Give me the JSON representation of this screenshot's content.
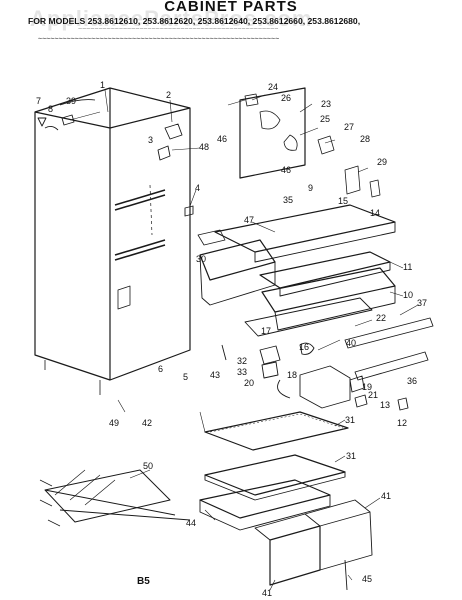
{
  "header": {
    "title": "CABINET PARTS",
    "models_line": "FOR MODELS 253.8612610, 253.8612620, 253.8612640, 253.8612660, 253.8612680,",
    "watermark": "AppliancePartsPros.com"
  },
  "footer": {
    "page_code": "B5"
  },
  "part_labels": [
    "1",
    "2",
    "3",
    "4",
    "5",
    "6",
    "7",
    "8",
    "9",
    "10",
    "11",
    "12",
    "13",
    "14",
    "15",
    "16",
    "17",
    "18",
    "19",
    "20",
    "21",
    "22",
    "23",
    "24",
    "25",
    "26",
    "27",
    "28",
    "29",
    "30",
    "31",
    "31",
    "32",
    "33",
    "35",
    "36",
    "37",
    "39",
    "40",
    "41",
    "41",
    "42",
    "43",
    "44",
    "45",
    "46",
    "46",
    "47",
    "48",
    "49",
    "50"
  ],
  "label_keys": [
    "p1",
    "p2",
    "p3",
    "p4",
    "p5",
    "p6",
    "p7",
    "p8",
    "p9",
    "p10",
    "p11",
    "p12",
    "p13",
    "p14",
    "p15",
    "p16",
    "p17",
    "p18",
    "p19",
    "p20",
    "p21",
    "p22",
    "p23",
    "p24",
    "p25",
    "p26",
    "p27",
    "p28",
    "p29",
    "p30",
    "p31a",
    "p31b",
    "p32",
    "p33",
    "p35",
    "p36",
    "p37",
    "p39",
    "p40",
    "p41a",
    "p41b",
    "p42",
    "p43",
    "p44",
    "p45",
    "p46a",
    "p46b",
    "p47",
    "p48",
    "p49",
    "p50"
  ]
}
